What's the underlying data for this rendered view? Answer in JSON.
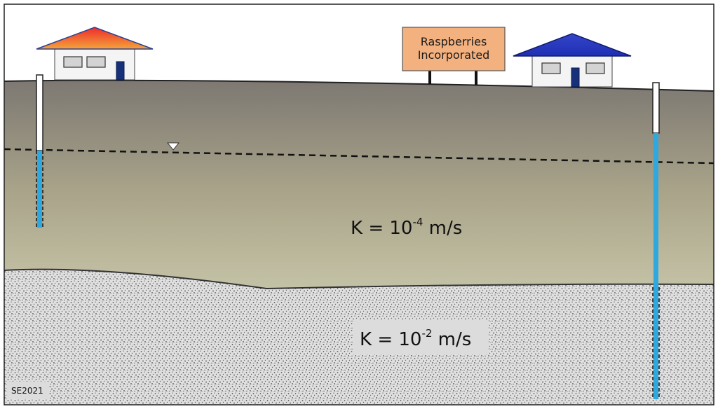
{
  "sign": {
    "line1": "Raspberries",
    "line2": "Incorporated"
  },
  "upper_layer": {
    "k_base": "K = 10",
    "k_exponent": "-4",
    "k_unit": " m/s"
  },
  "lower_layer": {
    "k_base": "K = 10",
    "k_exponent": "-2",
    "k_unit": " m/s"
  },
  "credit": "SE2021",
  "colors": {
    "left_house_roof_top": "#ef2b2b",
    "left_house_roof_bottom": "#f3a33a",
    "right_house_roof": "#1f2fb3",
    "sign_fill": "#f3b17f",
    "well_water": "#2fa8e0",
    "upper_layer_top": "#7d7872",
    "upper_layer_bottom": "#c4c2a6",
    "gravel_bg": "#e0e0e0"
  }
}
